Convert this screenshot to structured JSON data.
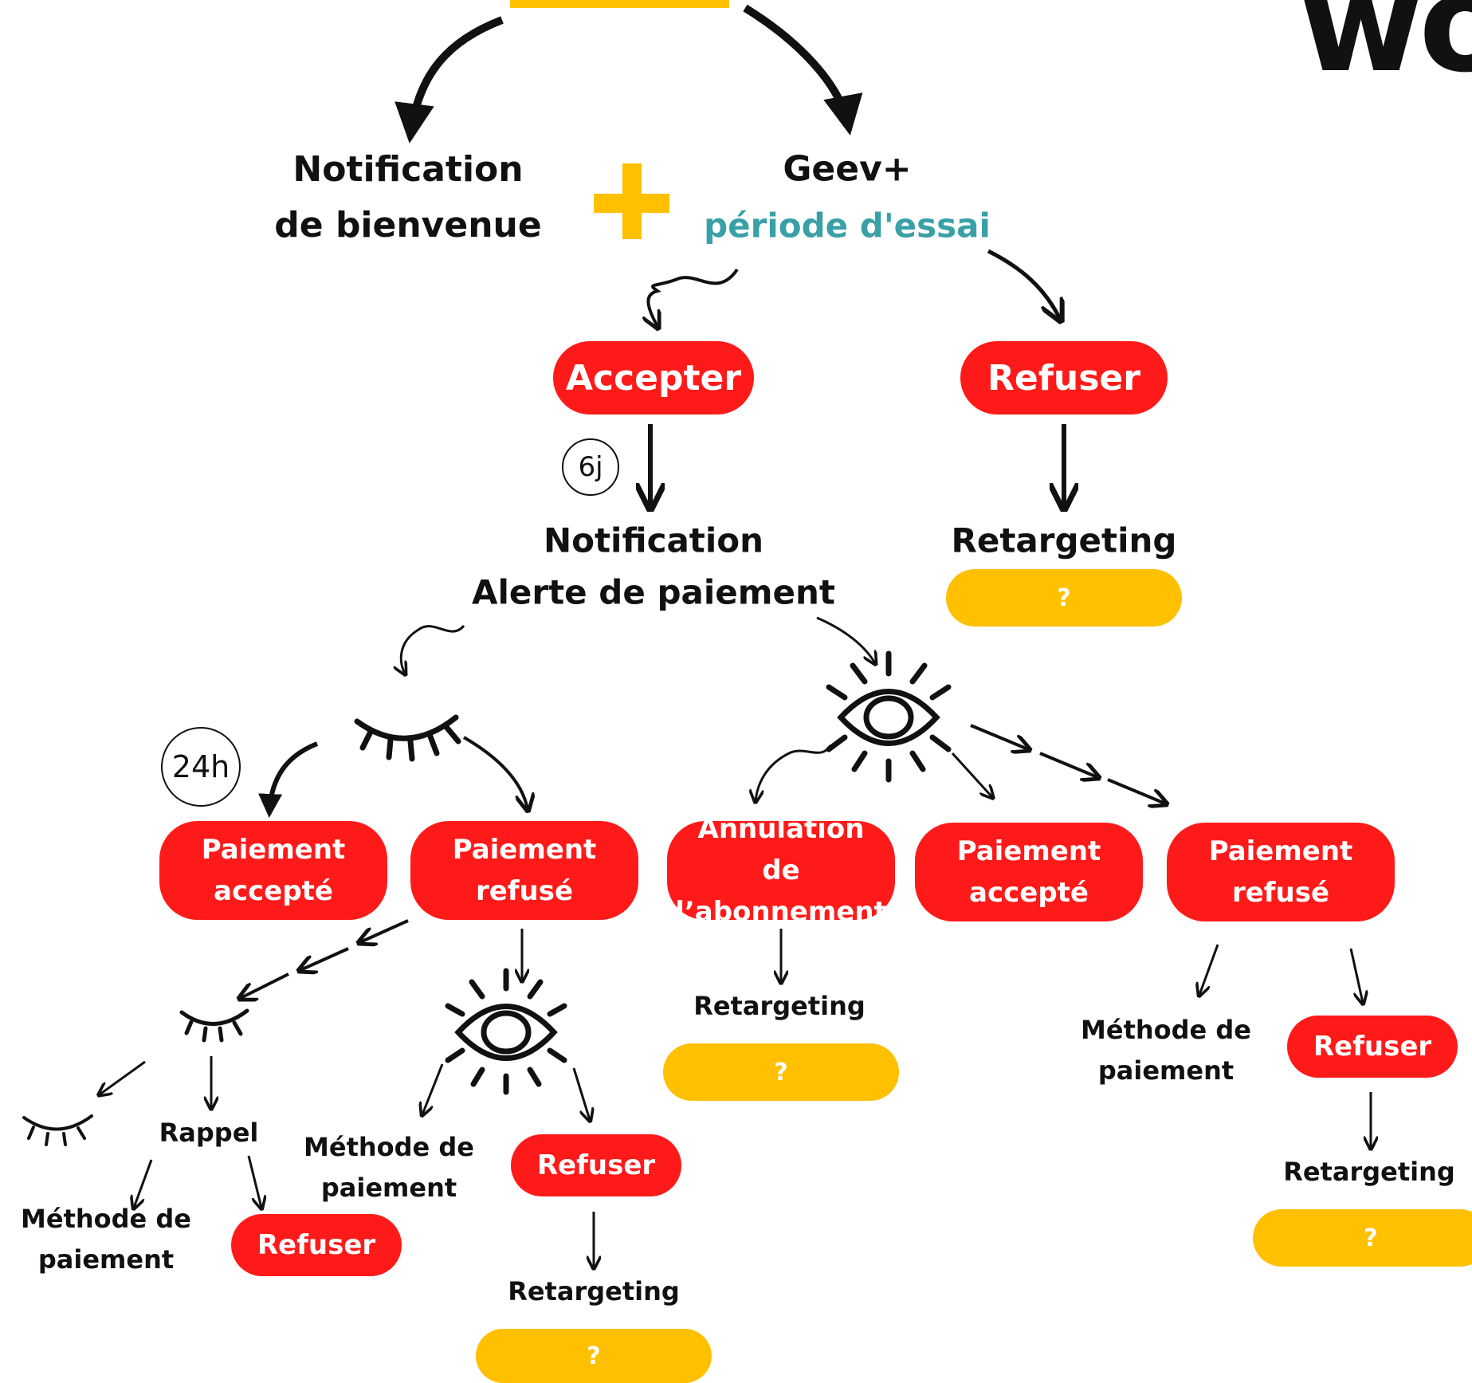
{
  "colors": {
    "red": "#ff1a1a",
    "gold": "#ffc000",
    "teal": "#3aa0a8",
    "ink": "#111111"
  },
  "top": {
    "brand_fragment": "wo",
    "welcome": "Notification de bienvenue",
    "plus_icon": "plus-icon",
    "geev": "Geev+",
    "trial": "période d'essai"
  },
  "branch_trial": {
    "accept": "Accepter",
    "refuse": "Refuser",
    "delay": "6j",
    "notif_line1": "Notification",
    "notif_line2": "Alerte de paiement",
    "retargeting": "Retargeting",
    "unknown": "?"
  },
  "left_branch": {
    "eye_icon": "closed-eye-icon",
    "delay": "24h",
    "paid": "Paiement accepté",
    "refused": "Paiement refusé",
    "small_eye_icon": "closed-eye-icon",
    "rappel": "Rappel",
    "method": "Méthode de paiement",
    "refuse": "Refuser",
    "open_eye_icon": "open-eye-icon",
    "method2": "Méthode de paiement",
    "refuse2": "Refuser",
    "retargeting": "Retargeting",
    "unknown": "?"
  },
  "right_branch": {
    "eye_icon": "open-eye-icon",
    "cancel": "Annulation de l’abonnement",
    "retargeting_cancel": "Retargeting",
    "unknown_cancel": "?",
    "paid": "Paiement accepté",
    "refused": "Paiement refusé",
    "method": "Méthode de paiement",
    "refuse": "Refuser",
    "retargeting": "Retargeting",
    "unknown": "?"
  }
}
